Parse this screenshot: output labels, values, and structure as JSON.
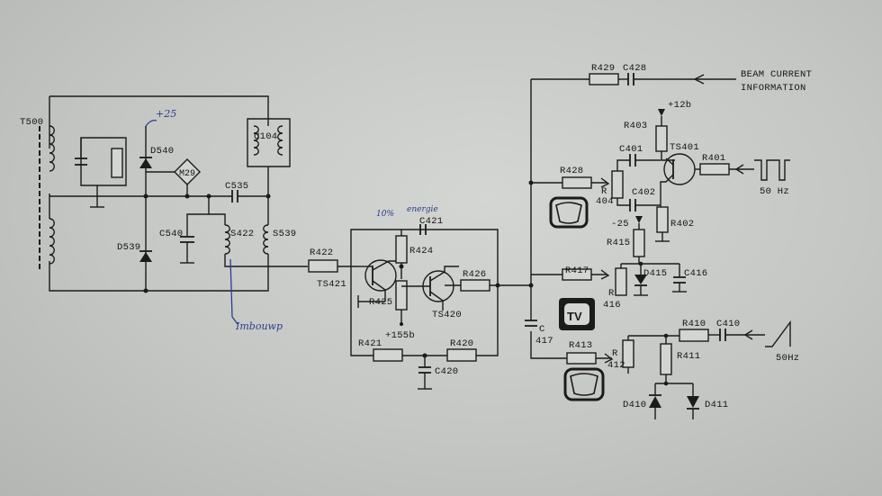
{
  "diagram": {
    "components": {
      "t500": "T500",
      "d540": "D540",
      "d539": "D539",
      "m29": "M29",
      "c535": "C535",
      "c540": "C540",
      "s422": "S422",
      "s539": "S539",
      "u104": "U104",
      "r422": "R422",
      "ts421": "TS421",
      "r424": "R424",
      "c421": "C421",
      "r425": "R425",
      "ts420": "TS420",
      "r426": "R426",
      "plus155b": "+155b",
      "r421": "R421",
      "r420": "R420",
      "c420": "C420",
      "r429": "R429",
      "c428": "C428",
      "beam1": "BEAM CURRENT",
      "beam2": "INFORMATION",
      "plus12b": "+12b",
      "r403": "R403",
      "c401": "C401",
      "ts401": "TS401",
      "r401": "R401",
      "hz50a": "50 Hz",
      "r428": "R428",
      "r404a": "R",
      "r404b": "404",
      "c402": "C402",
      "r402": "R402",
      "minus25": "-25",
      "r415": "R415",
      "r417": "R417",
      "d415": "D415",
      "c416": "C416",
      "r416a": "R",
      "r416b": "416",
      "c417a": "C",
      "c417b": "417",
      "tv": "TV",
      "r413": "R413",
      "r412a": "R",
      "r412b": "412",
      "r410": "R410",
      "c410": "C410",
      "hz50b": "50Hz",
      "r411": "R411",
      "d410": "D410",
      "d411": "D411"
    },
    "annotations": {
      "plus25": "+25",
      "pct": "10%",
      "energy": "energie",
      "scribble": "Imbouwp"
    }
  }
}
